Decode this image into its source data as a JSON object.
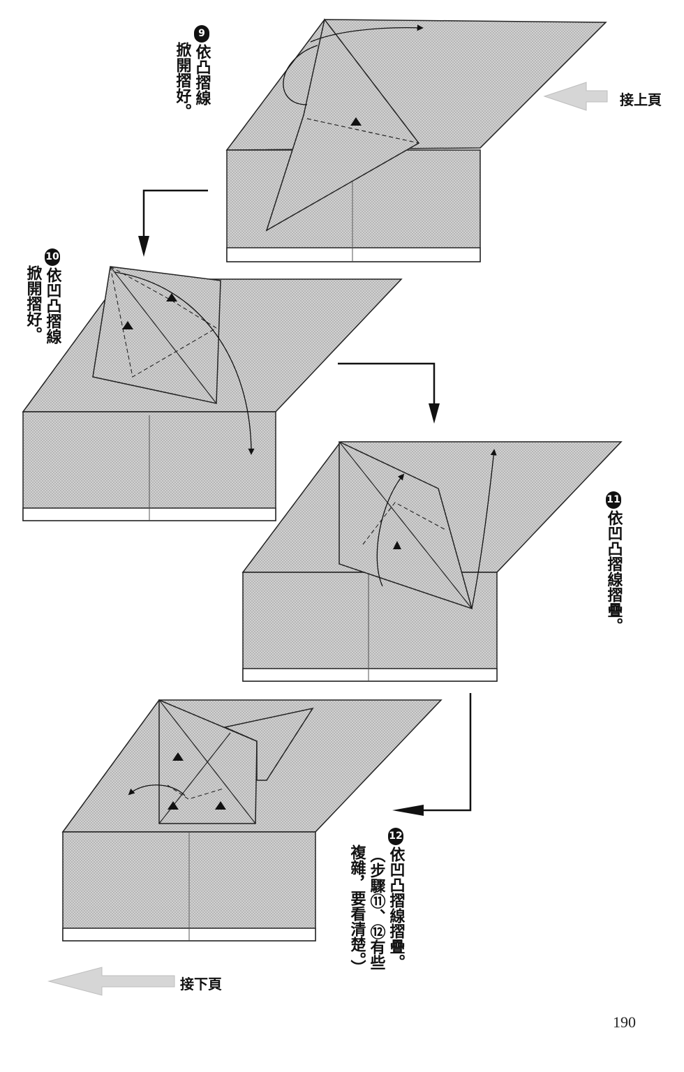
{
  "steps": [
    {
      "number": "9",
      "lines": [
        "依凸摺線",
        "掀開摺好。"
      ]
    },
    {
      "number": "10",
      "lines": [
        "依凹凸摺線",
        "掀開摺好。"
      ]
    },
    {
      "number": "11",
      "lines": [
        "依凹凸摺線摺疊。"
      ]
    },
    {
      "number": "12",
      "lines": [
        "依凹凸摺線摺疊。",
        "（步驟⑪、⑫有些",
        "複雜，要看清楚。）"
      ]
    }
  ],
  "nav": {
    "continue_from_prev": "接上頁",
    "continue_to_next": "接下頁"
  },
  "page_number": "190",
  "colors": {
    "paper": "#c9c9c9",
    "line": "#222222",
    "arrow": "#111111",
    "nav_arrow": "#d0d0d0"
  }
}
